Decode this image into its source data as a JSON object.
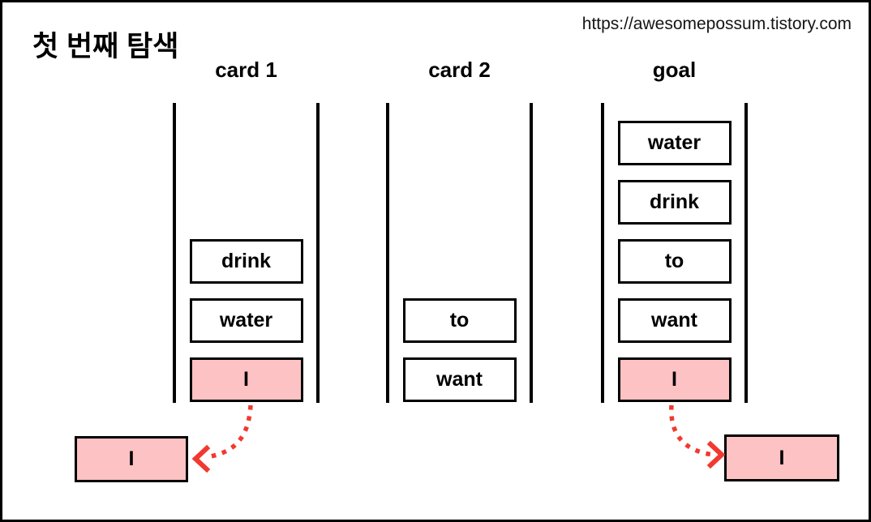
{
  "header": {
    "title": "첫 번째 탐색",
    "watermark": "https://awesomepossum.tistory.com"
  },
  "colors": {
    "pink": "#fdc2c4",
    "red": "#f2392f",
    "ink": "#000000"
  },
  "stacks": [
    {
      "label": "card 1",
      "items": [
        {
          "text": "drink",
          "highlight": false
        },
        {
          "text": "water",
          "highlight": false
        },
        {
          "text": "I",
          "highlight": true
        }
      ]
    },
    {
      "label": "card 2",
      "items": [
        {
          "text": "to",
          "highlight": false
        },
        {
          "text": "want",
          "highlight": false
        }
      ]
    },
    {
      "label": "goal",
      "items": [
        {
          "text": "water",
          "highlight": false
        },
        {
          "text": "drink",
          "highlight": false
        },
        {
          "text": "to",
          "highlight": false
        },
        {
          "text": "want",
          "highlight": false
        },
        {
          "text": "I",
          "highlight": true
        }
      ]
    }
  ],
  "popped": [
    {
      "side": "left",
      "text": "I"
    },
    {
      "side": "right",
      "text": "I"
    }
  ]
}
